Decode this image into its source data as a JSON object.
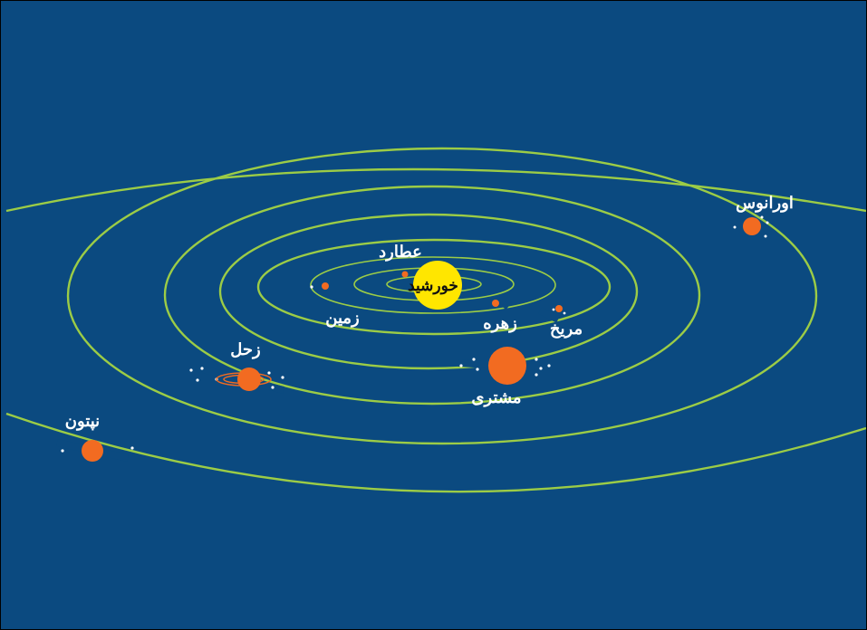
{
  "labels": {
    "sun": "خورشید",
    "mercury": "عطارد",
    "venus": "زهره",
    "earth": "زمین",
    "mars": "مریخ",
    "jupiter": "مشتری",
    "saturn": "زحل",
    "uranus": "اورانوس",
    "neptune": "نپتون"
  },
  "colors": {
    "background": "#0b4a80",
    "orbit": "#9ccc46",
    "planet": "#f26b21",
    "sun": "#ffe600",
    "moon": "#ffffff"
  }
}
